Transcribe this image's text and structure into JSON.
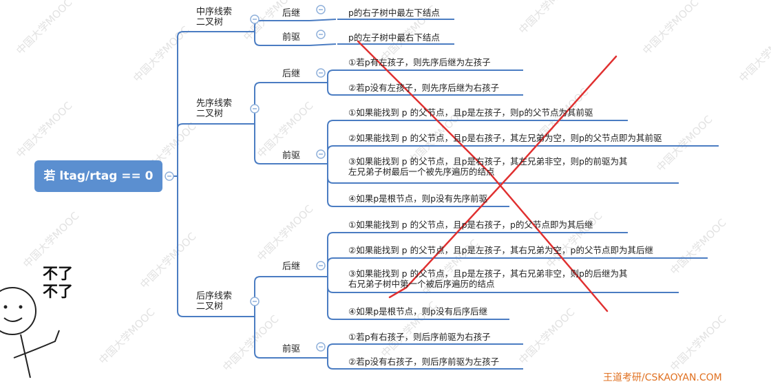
{
  "root": {
    "label": "若 ltag/rtag == 0"
  },
  "branches": [
    {
      "label_lines": [
        "中序线索",
        "二叉树"
      ],
      "children": [
        {
          "label": "后继",
          "leaves": [
            [
              "p的右子树中最左下结点"
            ]
          ]
        },
        {
          "label": "前驱",
          "leaves": [
            [
              "p的左子树中最右下结点"
            ]
          ]
        }
      ]
    },
    {
      "label_lines": [
        "先序线索",
        "二叉树"
      ],
      "children": [
        {
          "label": "后继",
          "leaves": [
            [
              "①若p有左孩子，则先序后继为左孩子"
            ],
            [
              "②若p没有左孩子，则先序后继为右孩子"
            ]
          ]
        },
        {
          "label": "前驱",
          "leaves": [
            [
              "①如果能找到 p 的父节点，且p是左孩子，则p的父节点为其前驱"
            ],
            [
              "②如果能找到 p 的父节点，且p是右孩子，其左兄弟为空，则p的父节点即为其前驱"
            ],
            [
              "③如果能找到 p 的父节点，且p是右孩子，其左兄弟非空，则p的前驱为其",
              "左兄弟子树最后一个被先序遍历的结点"
            ],
            [
              "④如果p是根节点，则p没有先序前驱"
            ]
          ]
        }
      ]
    },
    {
      "label_lines": [
        "后序线索",
        "二叉树"
      ],
      "children": [
        {
          "label": "后继",
          "leaves": [
            [
              "①如果能找到 p 的父节点，且p是右孩子，p的父节点即为其后继"
            ],
            [
              "②如果能找到 p 的父节点，且p是左孩子，其右兄弟为空，p的父节点即为其后继"
            ],
            [
              "③如果能找到 p 的父节点，且p是左孩子，其右兄弟非空，则p的后继为其",
              "右兄弟子树中第一个被后序遍历的结点"
            ],
            [
              "④如果p是根节点，则p没有后序后继"
            ]
          ]
        },
        {
          "label": "前驱",
          "leaves": [
            [
              "①若p有右孩子，则后序前驱为右孩子"
            ],
            [
              "②若p没有右孩子，则后序前驱为左孩子"
            ]
          ]
        }
      ]
    }
  ],
  "sticker": {
    "lines": [
      "不了",
      "不了"
    ]
  },
  "watermark": {
    "text": "中国大学MOOC"
  },
  "brand": {
    "text": "王道考研/CSKAOYAN.COM"
  },
  "colors": {
    "root_fill": "#5b8fd0",
    "connector": "#4a7cc2",
    "cross": "#e03030",
    "collapse_icon": "#8fb0da",
    "brand": "#e07020"
  }
}
